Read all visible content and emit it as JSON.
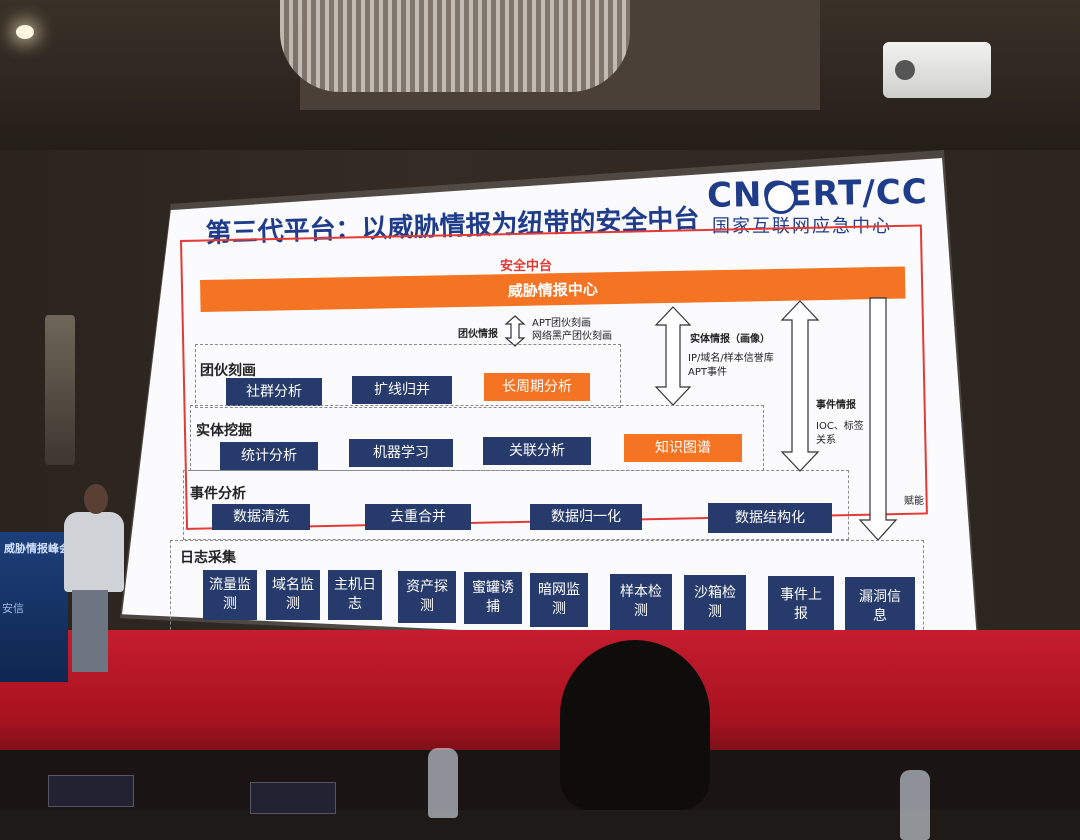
{
  "slide": {
    "title": "第三代平台：以威胁情报为纽带的安全中台",
    "logo_main": "CNCERT/CC",
    "logo_sub": "国家互联网应急中心",
    "platform_label": "安全中台",
    "intel_center": "威胁情报中心",
    "gang_intel": "团伙情报",
    "apt_note": [
      "APT团伙刻画",
      "网络黑产团伙刻画"
    ],
    "entity_intel": "实体情报（画像）",
    "entity_note": [
      "IP/域名/样本信誉库",
      "APT事件"
    ],
    "event_intel": "事件情报",
    "ioc_note": [
      "IOC、标签",
      "关系"
    ],
    "empower": "赋能",
    "sections": {
      "gang": {
        "label": "团伙刻画",
        "items": [
          "社群分析",
          "扩线归并",
          "长周期分析"
        ]
      },
      "entity": {
        "label": "实体挖掘",
        "items": [
          "统计分析",
          "机器学习",
          "关联分析",
          "知识图谱"
        ]
      },
      "event": {
        "label": "事件分析",
        "items": [
          "数据清洗",
          "去重合并",
          "数据归一化",
          "数据结构化"
        ]
      },
      "log": {
        "label": "日志采集",
        "items": [
          "流量监测",
          "域名监测",
          "主机日志",
          "资产探测",
          "蜜罐诱捕",
          "暗网监测",
          "样本检测",
          "沙箱检测",
          "事件上报",
          "漏洞信息"
        ]
      }
    }
  },
  "podium": {
    "top_text": "威胁情报峰会",
    "side_text": "安信"
  },
  "colors": {
    "navy": "#263a6b",
    "orange": "#f47424",
    "red": "#e53935",
    "title_blue": "#1f3c8a"
  }
}
